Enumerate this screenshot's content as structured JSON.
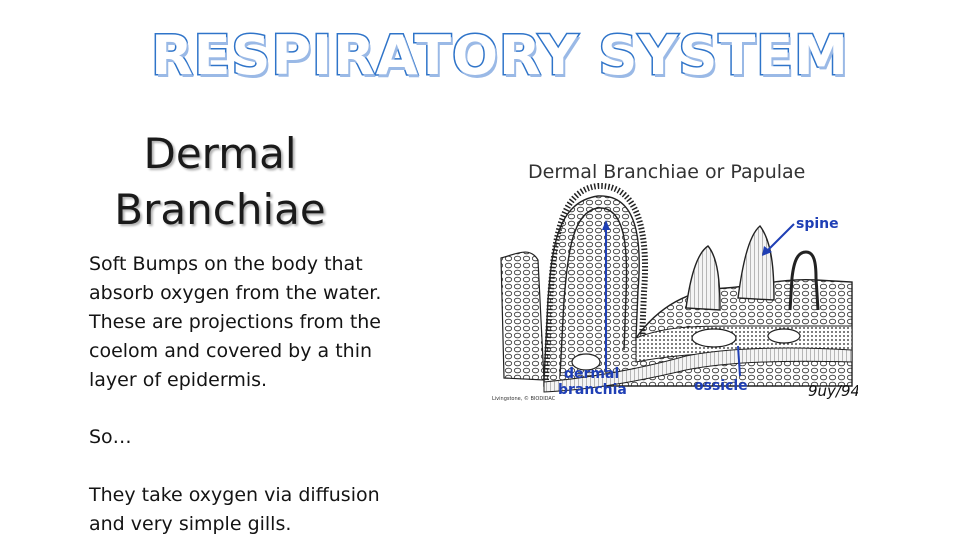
{
  "title": "RESPIRATORY SYSTEM",
  "heading": "Dermal Branchiae",
  "paragraphs": [
    "Soft Bumps on the body that absorb oxygen from the water. These are projections from the coelom and covered by a thin layer of epidermis.",
    "So…",
    "They take oxygen via diffusion and very simple gills."
  ],
  "diagram": {
    "title": "Dermal Branchiae or Papulae",
    "labels": {
      "spine": "spine",
      "dermal": "dermal",
      "branchia": "branchia",
      "ossicle": "ossicle",
      "signature": "9uy/94",
      "credit": "Livingstone, © BIODIDAC"
    },
    "label_color": "#1f3fb5"
  }
}
